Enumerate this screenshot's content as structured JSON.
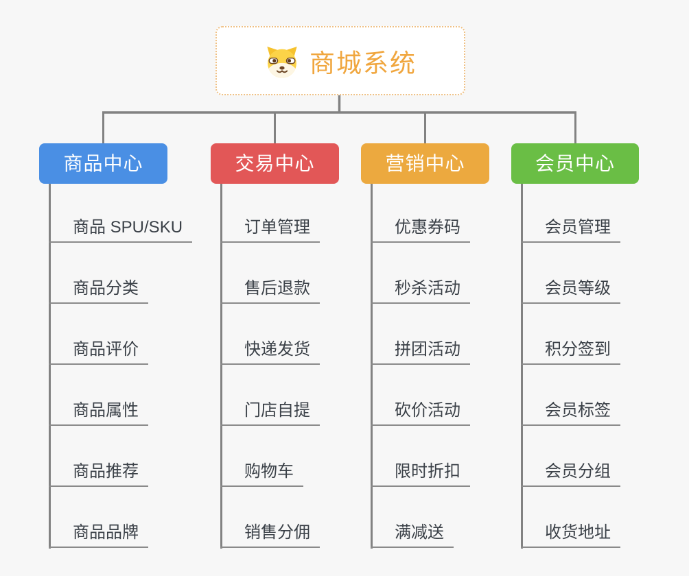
{
  "theme": {
    "bg": "#f7f7f7",
    "line": "#828282",
    "underline": "#8a8a8a",
    "leaf-text": "#3b4148",
    "root-text": "#f0a63e",
    "root-border": "#efc084",
    "root-bg": "#ffffff"
  },
  "root": {
    "title": "商城系统",
    "icon": "dog-face-icon"
  },
  "branches": [
    {
      "label": "商品中心",
      "color": "#4a8fe4",
      "items": [
        "商品 SPU/SKU",
        "商品分类",
        "商品评价",
        "商品属性",
        "商品推荐",
        "商品品牌"
      ]
    },
    {
      "label": "交易中心",
      "color": "#e25757",
      "items": [
        "订单管理",
        "售后退款",
        "快递发货",
        "门店自提",
        "购物车",
        "销售分佣"
      ]
    },
    {
      "label": "营销中心",
      "color": "#eca93f",
      "items": [
        "优惠券码",
        "秒杀活动",
        "拼团活动",
        "砍价活动",
        "限时折扣",
        "满减送"
      ]
    },
    {
      "label": "会员中心",
      "color": "#6abe45",
      "items": [
        "会员管理",
        "会员等级",
        "积分签到",
        "会员标签",
        "会员分组",
        "收货地址"
      ]
    }
  ]
}
